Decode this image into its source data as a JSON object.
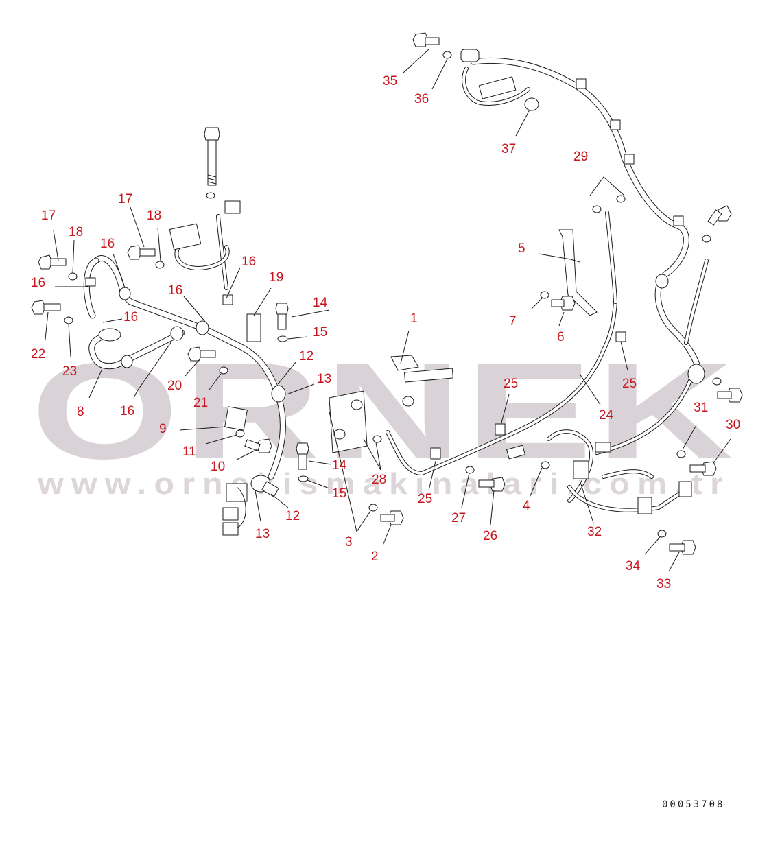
{
  "diagram_code": "00053708",
  "watermark": {
    "brand": "ORNEK",
    "url": "www.ornekismakinalari.com.tr"
  },
  "callouts": [
    {
      "label": "35"
    },
    {
      "label": "36"
    },
    {
      "label": "37"
    },
    {
      "label": "29"
    },
    {
      "label": "17"
    },
    {
      "label": "18"
    },
    {
      "label": "16"
    },
    {
      "label": "17"
    },
    {
      "label": "18"
    },
    {
      "label": "16"
    },
    {
      "label": "16"
    },
    {
      "label": "19"
    },
    {
      "label": "16"
    },
    {
      "label": "16"
    },
    {
      "label": "14"
    },
    {
      "label": "15"
    },
    {
      "label": "22"
    },
    {
      "label": "23"
    },
    {
      "label": "8"
    },
    {
      "label": "16"
    },
    {
      "label": "20"
    },
    {
      "label": "21"
    },
    {
      "label": "12"
    },
    {
      "label": "13"
    },
    {
      "label": "9"
    },
    {
      "label": "11"
    },
    {
      "label": "10"
    },
    {
      "label": "14"
    },
    {
      "label": "15"
    },
    {
      "label": "12"
    },
    {
      "label": "13"
    },
    {
      "label": "5"
    },
    {
      "label": "7"
    },
    {
      "label": "6"
    },
    {
      "label": "1"
    },
    {
      "label": "25"
    },
    {
      "label": "25"
    },
    {
      "label": "24"
    },
    {
      "label": "28"
    },
    {
      "label": "25"
    },
    {
      "label": "27"
    },
    {
      "label": "26"
    },
    {
      "label": "3"
    },
    {
      "label": "2"
    },
    {
      "label": "4"
    },
    {
      "label": "32"
    },
    {
      "label": "31"
    },
    {
      "label": "30"
    },
    {
      "label": "34"
    },
    {
      "label": "33"
    }
  ]
}
